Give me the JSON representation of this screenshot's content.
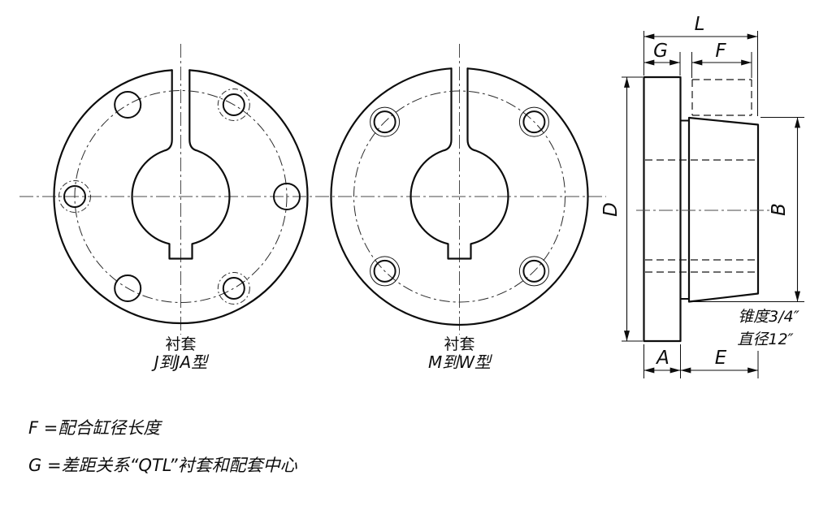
{
  "drawing": {
    "views": {
      "bushing_j_ja": {
        "caption_line1": "衬套",
        "caption_line2": "J到JA型"
      },
      "bushing_m_w": {
        "caption_line1": "衬套",
        "caption_line2": "M到W型"
      },
      "side": {
        "dims": {
          "L": "L",
          "G": "G",
          "F": "F",
          "D": "D",
          "B": "B",
          "A": "A",
          "E": "E"
        },
        "taper_note_line1": "锥度3/4″",
        "taper_note_line2": "直径12″"
      }
    },
    "footnotes": {
      "f": "F =配合缸径长度",
      "g": "G =差距关系“QTL”衬套和配套中心"
    },
    "colors": {
      "line": "#0d0d0d",
      "background": "#ffffff"
    }
  }
}
